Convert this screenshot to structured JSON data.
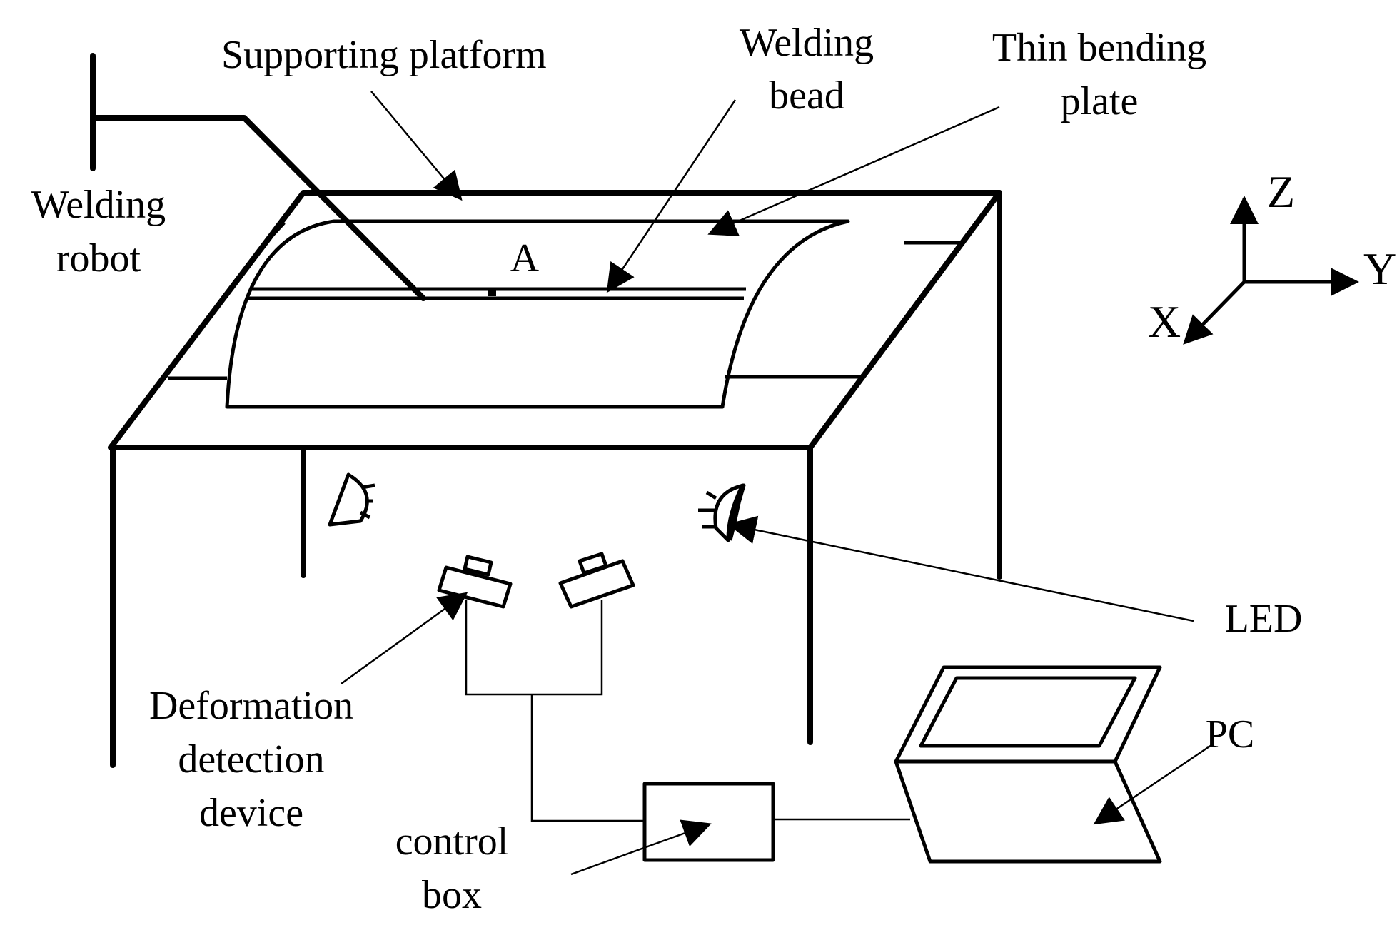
{
  "labels": {
    "supporting_platform": "Supporting platform",
    "welding_bead_1": "Welding",
    "welding_bead_2": "bead",
    "thin_plate_1": "Thin bending",
    "thin_plate_2": "plate",
    "welding_robot_1": "Welding",
    "welding_robot_2": "robot",
    "point_a": "A",
    "led": "LED",
    "deformation_1": "Deformation",
    "deformation_2": "detection",
    "deformation_3": "device",
    "control_box_1": "control",
    "control_box_2": "box",
    "pc": "PC"
  },
  "axes": {
    "z": "Z",
    "y": "Y",
    "x": "X"
  }
}
